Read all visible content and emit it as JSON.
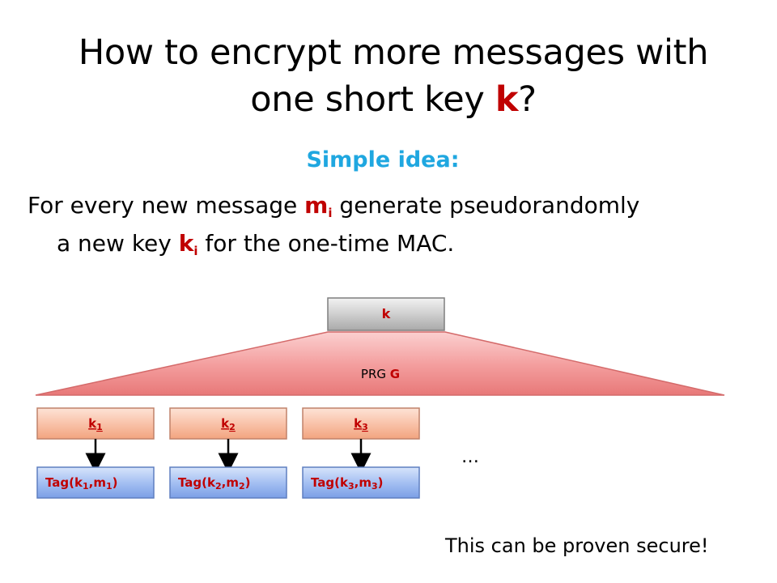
{
  "slide": {
    "title_line1": "How to encrypt more messages with",
    "title_line2_prefix": "one short key ",
    "title_key": "k",
    "title_line2_suffix": "?",
    "subtitle": "Simple idea:",
    "body": {
      "line1_prefix": "For every new message ",
      "message_var": "m",
      "message_sub": "i",
      "line1_suffix": " generate pseudorandomly",
      "line2_prefix": "a new key ",
      "key_var": "k",
      "key_sub": "i",
      "line2_suffix": " for the one-time MAC."
    },
    "ellipsis": "…",
    "footer": "This can be proven secure!"
  },
  "diagram": {
    "master_key": "k",
    "prg_label": "PRG ",
    "prg_name": "G",
    "keys": [
      {
        "base": "k",
        "sub": "1"
      },
      {
        "base": "k",
        "sub": "2"
      },
      {
        "base": "k",
        "sub": "3"
      }
    ],
    "tags": [
      {
        "prefix": "Tag(k",
        "ksub": "1",
        "mid": ",m",
        "msub": "1",
        "suffix": ")"
      },
      {
        "prefix": "Tag(k",
        "ksub": "2",
        "mid": ",m",
        "msub": "2",
        "suffix": ")"
      },
      {
        "prefix": "Tag(k",
        "ksub": "3",
        "mid": ",m",
        "msub": "3",
        "suffix": ")"
      }
    ]
  },
  "colors": {
    "accent_red": "#c00000",
    "subtitle_blue": "#1fa7e0",
    "key_box_gray": "#c8c8c8",
    "prg_pink": "#f4a0a0",
    "subkey_orange": "#f9c8b0",
    "tag_blue": "#a0bef0"
  }
}
